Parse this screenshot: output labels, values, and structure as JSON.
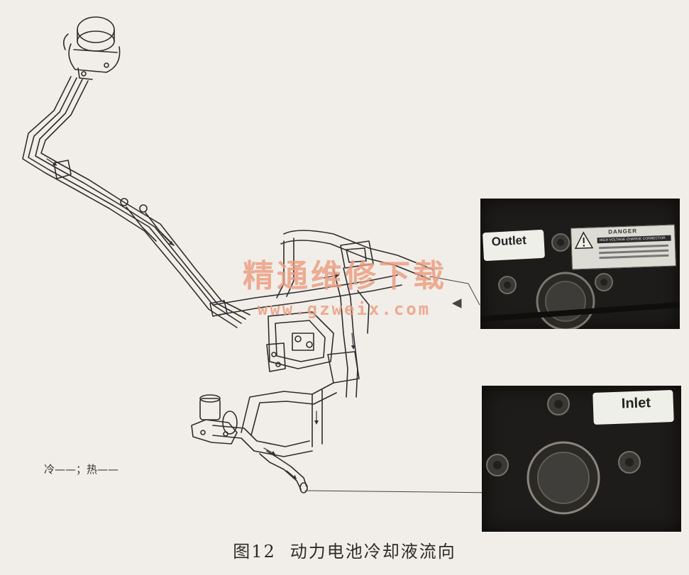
{
  "labels": {
    "outlet": "Outlet",
    "inlet": "Inlet",
    "warning_header": "DANGER",
    "warning_text": "HIGH VOLTAGE CHARGE CONNECTOR"
  },
  "watermark": {
    "text": "精通维修下载",
    "url": "www.gzweix.com"
  },
  "legend": "冷——；热——",
  "caption": {
    "number": "图12",
    "title": "动力电池冷却液流向"
  }
}
